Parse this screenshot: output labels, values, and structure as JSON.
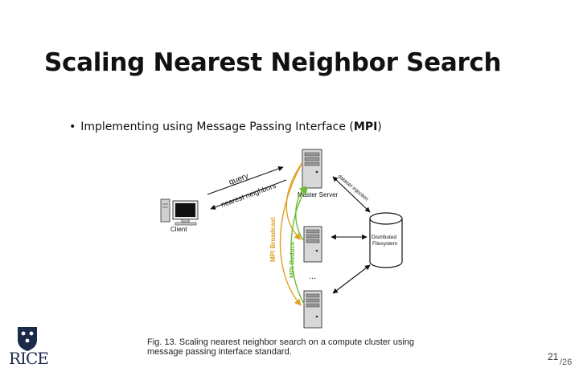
{
  "slide": {
    "title": "Scaling Nearest Neighbor Search",
    "bullet": {
      "text": "Implementing using Message Passing Interface (",
      "emphasis": "MPI",
      "suffix": ")"
    },
    "page_number": "21",
    "page_total": "/26",
    "logo_text": "RICE"
  },
  "figure": {
    "client_label": "Client",
    "master_label": "Master Server",
    "storage_label_line1": "Distributed",
    "storage_label_line2": "Filesystem",
    "query_label": "query",
    "neighbors_label": "nearest neighbors",
    "dataset_label": "dataset injection",
    "broadcast_label": "MPI Broadcast",
    "reduce_label": "MPI Reduce",
    "ellipsis": "...",
    "caption_line1": "Fig. 13.  Scaling nearest neighbor search on a compute cluster using",
    "caption_line2": "message passing interface standard."
  },
  "colors": {
    "broadcast": "#e0a020",
    "reduce": "#6dbb3a",
    "logo": "#1c2a4a"
  }
}
